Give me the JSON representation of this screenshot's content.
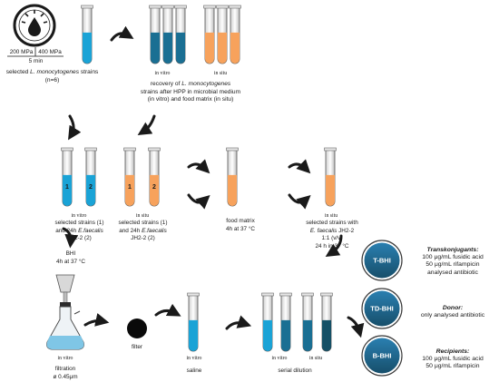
{
  "hpp": {
    "pressure_left": "200 MPa",
    "pressure_right": "400 MPa",
    "time": "5 min"
  },
  "labels": {
    "selected_strains_top": [
      "selected",
      "L. monocytogenes",
      "strains",
      "(n=6)"
    ],
    "recovery": [
      "recovery of",
      "L. monocytogenes",
      "strains after HPP in microbial medium",
      "(in vitro) and food matrix (in situ)"
    ],
    "in_vitro": "in vitro",
    "in_situ": "in situ",
    "tube_1": "1",
    "tube_2": "2",
    "row2_vitro": [
      "selected strains (1)",
      "and 24h",
      "E.faecalis",
      "JH2-2 (2)"
    ],
    "row2_situ": [
      "selected strains (1)",
      "and 24h",
      "E.faecalis",
      "JH2-2 (2)"
    ],
    "food_matrix": [
      "food matrix",
      "4h at 37 °C"
    ],
    "selected_with": [
      "selected strains with",
      "E. faecalis",
      "JH2-2",
      "1:1 (v/v)",
      "24 h in 37 °C"
    ],
    "bhi": [
      "BHI",
      "4h at 37 °C"
    ],
    "filtration": [
      "filtration",
      "ø 0.45μm"
    ],
    "filter": "filter",
    "saline": "saline",
    "serial_dilution": "serial dilution"
  },
  "plates": [
    {
      "name": "T-BHI",
      "title": "Transkonjugants",
      "lines": [
        "100 μg/mL fusidic acid",
        "50 μg/mL rifampicin",
        "analysed antibiotic"
      ]
    },
    {
      "name": "TD-BHI",
      "title": "Donor",
      "lines": [
        "only analysed antibiotic"
      ]
    },
    {
      "name": "B-BHI",
      "title": "Recipients",
      "lines": [
        "100 μg/mL fusidic acid",
        "50 μg/mL rifampicin"
      ]
    }
  ],
  "colors": {
    "blue": "#1aa3d6",
    "dark_blue": "#1a6f93",
    "darker_blue": "#155066",
    "orange": "#f7a25c",
    "plate": "#1f6f98",
    "arrow": "#1a1a1a"
  }
}
